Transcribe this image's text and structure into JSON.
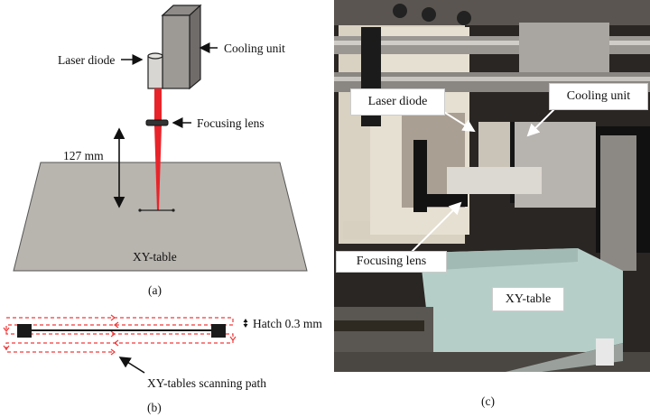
{
  "panel_a": {
    "caption": "(a)",
    "laser_diode": "Laser diode",
    "cooling_unit": "Cooling unit",
    "focusing_lens": "Focusing lens",
    "distance": "127 mm",
    "xy_table": "XY-table",
    "colors": {
      "beam": "#e8242a",
      "table": "#b8b4ae",
      "unit": "#9d9a96"
    }
  },
  "panel_b": {
    "caption": "(b)",
    "hatch": "Hatch 0.3 mm",
    "scanning_path": "XY-tables scanning path",
    "colors": {
      "path": "#f03a3a"
    }
  },
  "panel_c": {
    "caption": "(c)",
    "laser_diode": "Laser diode",
    "cooling_unit": "Cooling unit",
    "focusing_lens": "Focusing lens",
    "xy_table": "XY-table"
  }
}
